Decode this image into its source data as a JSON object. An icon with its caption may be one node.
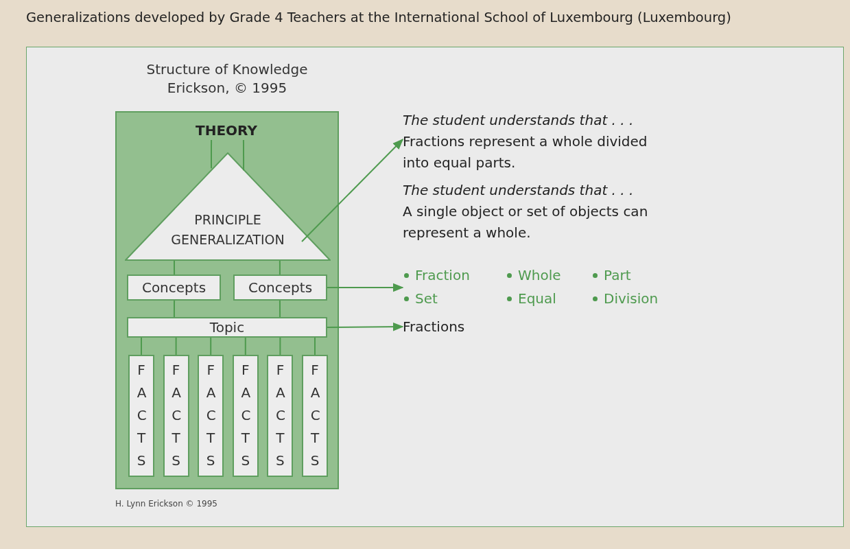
{
  "diagram": {
    "title": "Generalizations developed by Grade 4 Teachers at the International School of Luxembourg (Luxembourg)",
    "nodes": [
      {
        "text": [
          "Structure of Knowledge Erickson, © 1995"
        ]
      },
      {
        "text": [
          "THEORY"
        ],
        "in": 0
      },
      {
        "text": [
          "PRINCIPLE GENERALIZATION"
        ],
        "in": 0
      },
      {
        "text": [
          "Concepts"
        ],
        "in": 0
      },
      {
        "text": [
          "Concepts"
        ],
        "in": 0
      },
      {
        "text": [
          "Topic"
        ],
        "in": 0
      },
      {
        "text": [
          "FACTS"
        ],
        "in": 0
      },
      {
        "text": [
          "FACTS"
        ],
        "in": 0
      },
      {
        "text": [
          "FACTS"
        ],
        "in": 0
      },
      {
        "text": [
          "FACTS"
        ],
        "in": 0
      },
      {
        "text": [
          "FACTS"
        ],
        "in": 0
      },
      {
        "text": [
          "FACTS"
        ],
        "in": 0
      },
      {
        "text": [
          "The student understands that . . .",
          "Fractions represent a whole divided into equal parts."
        ]
      },
      {
        "text": [
          "The student understands that . . .",
          "A single object or set of objects can represent a whole."
        ]
      },
      {
        "text": [
          "Fraction",
          "Whole",
          "Part",
          "Set",
          "Equal",
          "Division"
        ]
      },
      {
        "text": [
          "Fractions"
        ]
      }
    ],
    "edges": [
      {
        "from": 1,
        "to": 2,
        "arrow": "none"
      },
      {
        "from": 1,
        "to": 2,
        "arrow": "none"
      },
      {
        "from": 2,
        "to": 3,
        "arrow": "none"
      },
      {
        "from": 2,
        "to": 4,
        "arrow": "none"
      },
      {
        "from": 3,
        "to": 5,
        "arrow": "none"
      },
      {
        "from": 4,
        "to": 5,
        "arrow": "none"
      },
      {
        "from": 5,
        "to": 6,
        "arrow": "none"
      },
      {
        "from": 5,
        "to": 7,
        "arrow": "none"
      },
      {
        "from": 5,
        "to": 8,
        "arrow": "none"
      },
      {
        "from": 5,
        "to": 9,
        "arrow": "none"
      },
      {
        "from": 5,
        "to": 10,
        "arrow": "none"
      },
      {
        "from": 5,
        "to": 11,
        "arrow": "none"
      },
      {
        "from": 2,
        "to": 12,
        "arrow": "to"
      },
      {
        "from": 4,
        "to": 14,
        "arrow": "to"
      },
      {
        "from": 5,
        "to": 15,
        "arrow": "to"
      }
    ],
    "labels": [
      "H. Lynn Erickson © 1995"
    ]
  }
}
